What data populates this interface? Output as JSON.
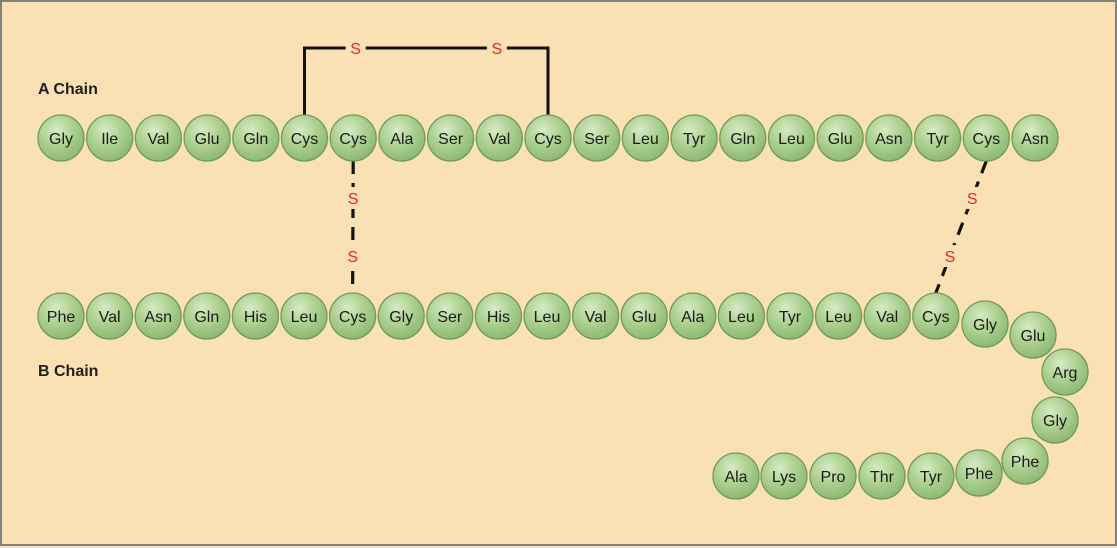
{
  "chains": [
    {
      "id": "a",
      "label": "A Chain",
      "residues": [
        "Gly",
        "Ile",
        "Val",
        "Glu",
        "Gln",
        "Cys",
        "Cys",
        "Ala",
        "Ser",
        "Val",
        "Cys",
        "Ser",
        "Leu",
        "Tyr",
        "Gln",
        "Leu",
        "Glu",
        "Asn",
        "Tyr",
        "Cys",
        "Asn"
      ]
    },
    {
      "id": "b",
      "label": "B Chain",
      "residues": [
        "Phe",
        "Val",
        "Asn",
        "Gln",
        "His",
        "Leu",
        "Cys",
        "Gly",
        "Ser",
        "His",
        "Leu",
        "Val",
        "Glu",
        "Ala",
        "Leu",
        "Tyr",
        "Leu",
        "Val",
        "Cys",
        "Gly",
        "Glu",
        "Arg",
        "Gly",
        "Phe",
        "Phe",
        "Tyr",
        "Thr",
        "Pro",
        "Lys",
        "Ala"
      ]
    }
  ],
  "disulfide_bonds": [
    {
      "from": "A6",
      "to": "A11",
      "atoms": [
        "S",
        "S"
      ],
      "style": "solid"
    },
    {
      "from": "A7",
      "to": "B7",
      "atoms": [
        "S",
        "S"
      ],
      "style": "dashed"
    },
    {
      "from": "A20",
      "to": "B19",
      "atoms": [
        "S",
        "S"
      ],
      "style": "dashed"
    }
  ],
  "colors": {
    "background": "#f9e1b3",
    "residue_fill": "#a9cf8c",
    "residue_stroke": "#6f9b57",
    "sulfur": "#e8262d",
    "bond": "#111111"
  }
}
